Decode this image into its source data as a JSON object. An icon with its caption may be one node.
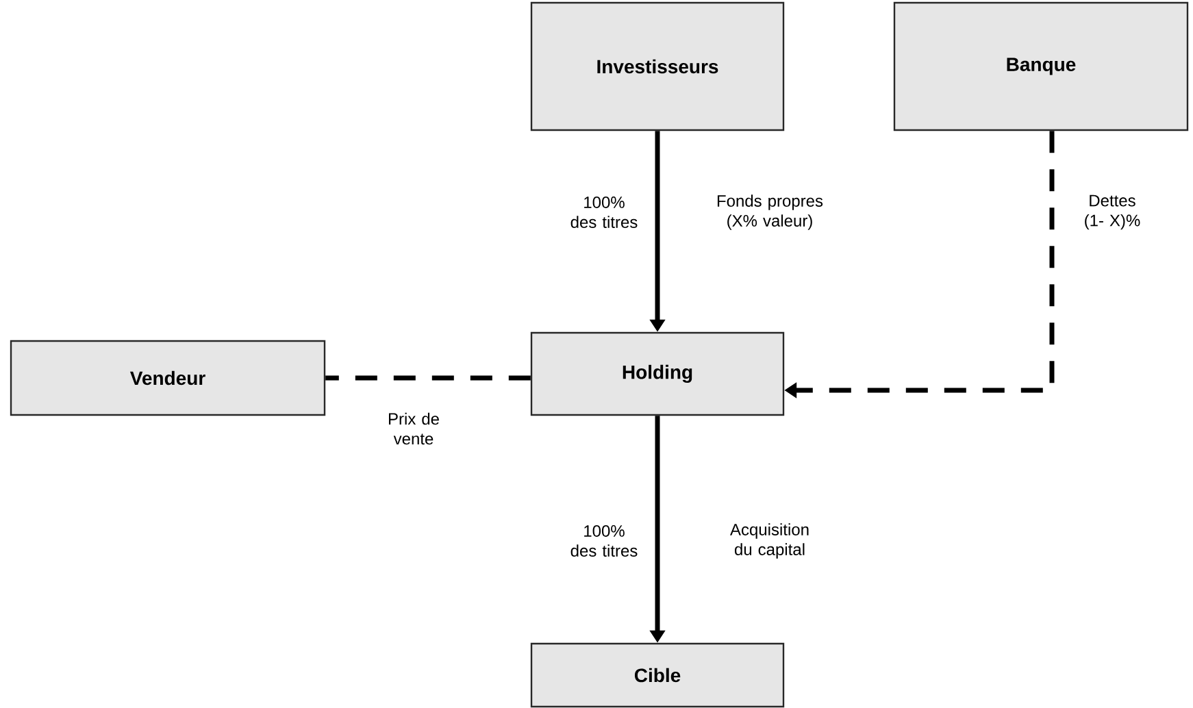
{
  "diagram": {
    "nodes": [
      {
        "text": [
          "Investisseurs"
        ]
      },
      {
        "text": [
          "Banque"
        ]
      },
      {
        "text": [
          "Vendeur"
        ]
      },
      {
        "text": [
          "Holding"
        ]
      },
      {
        "text": [
          "Cible"
        ]
      }
    ],
    "edges": [
      {
        "from": 0,
        "to": 3,
        "arrow": "to",
        "label": "Fonds propres (X% valeur)"
      },
      {
        "from": 1,
        "to": 3,
        "arrow": "to",
        "label": "Dettes (1- X)%",
        "style": "dashed"
      },
      {
        "from": 3,
        "to": 2,
        "arrow": "none",
        "label": "Prix de vente",
        "style": "dashed"
      },
      {
        "from": 3,
        "to": 4,
        "arrow": "to",
        "label": "Acquisition du capital"
      }
    ],
    "labels": [
      "100% des titres",
      "100% des titres"
    ]
  }
}
